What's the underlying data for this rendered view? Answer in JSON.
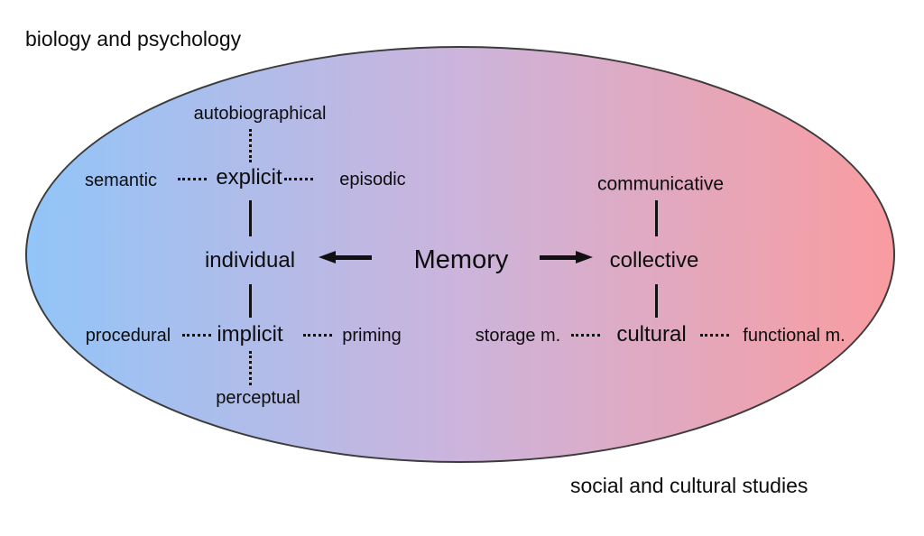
{
  "corner_labels": {
    "top_left": "biology and psychology",
    "bottom_right": "social and cultural studies"
  },
  "diagram": {
    "root": "Memory",
    "left_branch": {
      "main": "individual",
      "upper": {
        "main": "explicit",
        "above": "autobiographical",
        "left": "semantic",
        "right": "episodic"
      },
      "lower": {
        "main": "implicit",
        "left": "procedural",
        "right": "priming",
        "below": "perceptual"
      }
    },
    "right_branch": {
      "main": "collective",
      "upper": {
        "main": "communicative"
      },
      "lower": {
        "main": "cultural",
        "left": "storage m.",
        "right": "functional m."
      }
    }
  },
  "colors": {
    "gradient_left": "#92c5f8",
    "gradient_middle": "#ccb4dc",
    "gradient_right": "#f99ca0",
    "ellipse_border": "#3c3c3c",
    "line": "#111111",
    "text": "#0d0d0d"
  }
}
